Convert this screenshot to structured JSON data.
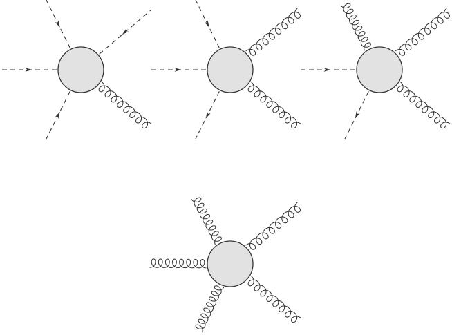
{
  "colors": {
    "line": "#333333",
    "blob_fill": "#e2e2e2",
    "background": "#ffffff"
  },
  "diagrams": [
    {
      "id": "vertex-scalar4-gluon",
      "legs": [
        {
          "kind": "scalar",
          "arrow": "inward",
          "role": "top-left"
        },
        {
          "kind": "scalar",
          "arrow": "inward",
          "role": "left"
        },
        {
          "kind": "scalar",
          "arrow": "inward",
          "role": "bottom-left"
        },
        {
          "kind": "scalar",
          "arrow": "inward",
          "role": "top-right"
        },
        {
          "kind": "gluon",
          "arrow": "none",
          "role": "bottom-right"
        }
      ]
    },
    {
      "id": "vertex-scalar3-gluon2",
      "legs": [
        {
          "kind": "scalar",
          "arrow": "inward",
          "role": "top-left"
        },
        {
          "kind": "scalar",
          "arrow": "inward",
          "role": "left"
        },
        {
          "kind": "scalar",
          "arrow": "outward",
          "role": "bottom-left"
        },
        {
          "kind": "gluon",
          "arrow": "none",
          "role": "top-right"
        },
        {
          "kind": "gluon",
          "arrow": "none",
          "role": "bottom-right"
        }
      ]
    },
    {
      "id": "vertex-scalar2-gluon3",
      "legs": [
        {
          "kind": "gluon",
          "arrow": "none",
          "role": "top-left"
        },
        {
          "kind": "scalar",
          "arrow": "inward",
          "role": "left"
        },
        {
          "kind": "scalar",
          "arrow": "outward",
          "role": "bottom-left"
        },
        {
          "kind": "gluon",
          "arrow": "none",
          "role": "top-right"
        },
        {
          "kind": "gluon",
          "arrow": "none",
          "role": "bottom-right"
        }
      ]
    },
    {
      "id": "vertex-gluon5",
      "legs": [
        {
          "kind": "gluon",
          "arrow": "none",
          "role": "top-left"
        },
        {
          "kind": "gluon",
          "arrow": "none",
          "role": "left"
        },
        {
          "kind": "gluon",
          "arrow": "none",
          "role": "bottom-left"
        },
        {
          "kind": "gluon",
          "arrow": "none",
          "role": "top-right"
        },
        {
          "kind": "gluon",
          "arrow": "none",
          "role": "bottom-right"
        }
      ]
    }
  ]
}
